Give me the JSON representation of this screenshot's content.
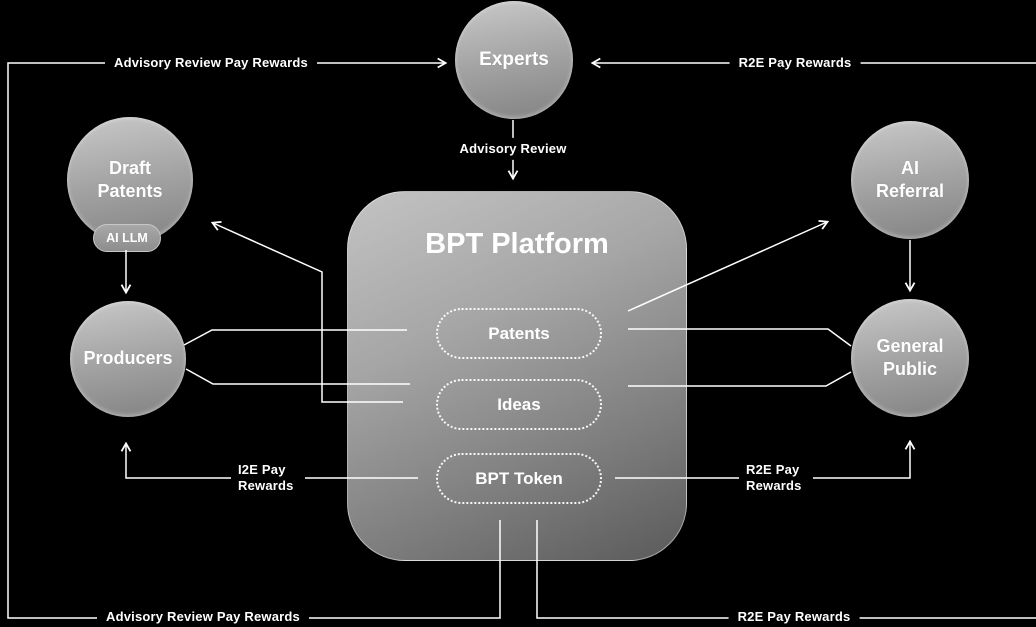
{
  "colors": {
    "background": "#000000",
    "line": "#ffffff",
    "text": "#ffffff"
  },
  "nodes": {
    "experts": {
      "label": "Experts"
    },
    "draft_patents": {
      "label": "Draft Patents",
      "badge": "AI LLM"
    },
    "producers": {
      "label": "Producers"
    },
    "ai_referral": {
      "label": "AI Referral"
    },
    "general_public": {
      "label": "General Public"
    },
    "platform": {
      "title": "BPT Platform",
      "items": [
        {
          "label": "Patents"
        },
        {
          "label": "Ideas"
        },
        {
          "label": "BPT Token"
        }
      ]
    }
  },
  "edge_labels": {
    "top_left": "Advisory Review Pay Rewards",
    "top_right": "R2E Pay Rewards",
    "experts_to_platform": "Advisory Review",
    "i2e_mid_left": "I2E Pay Rewards",
    "r2e_mid_right": "R2E Pay Rewards",
    "bottom_left": "Advisory Review Pay Rewards",
    "bottom_right": "R2E Pay Rewards"
  }
}
